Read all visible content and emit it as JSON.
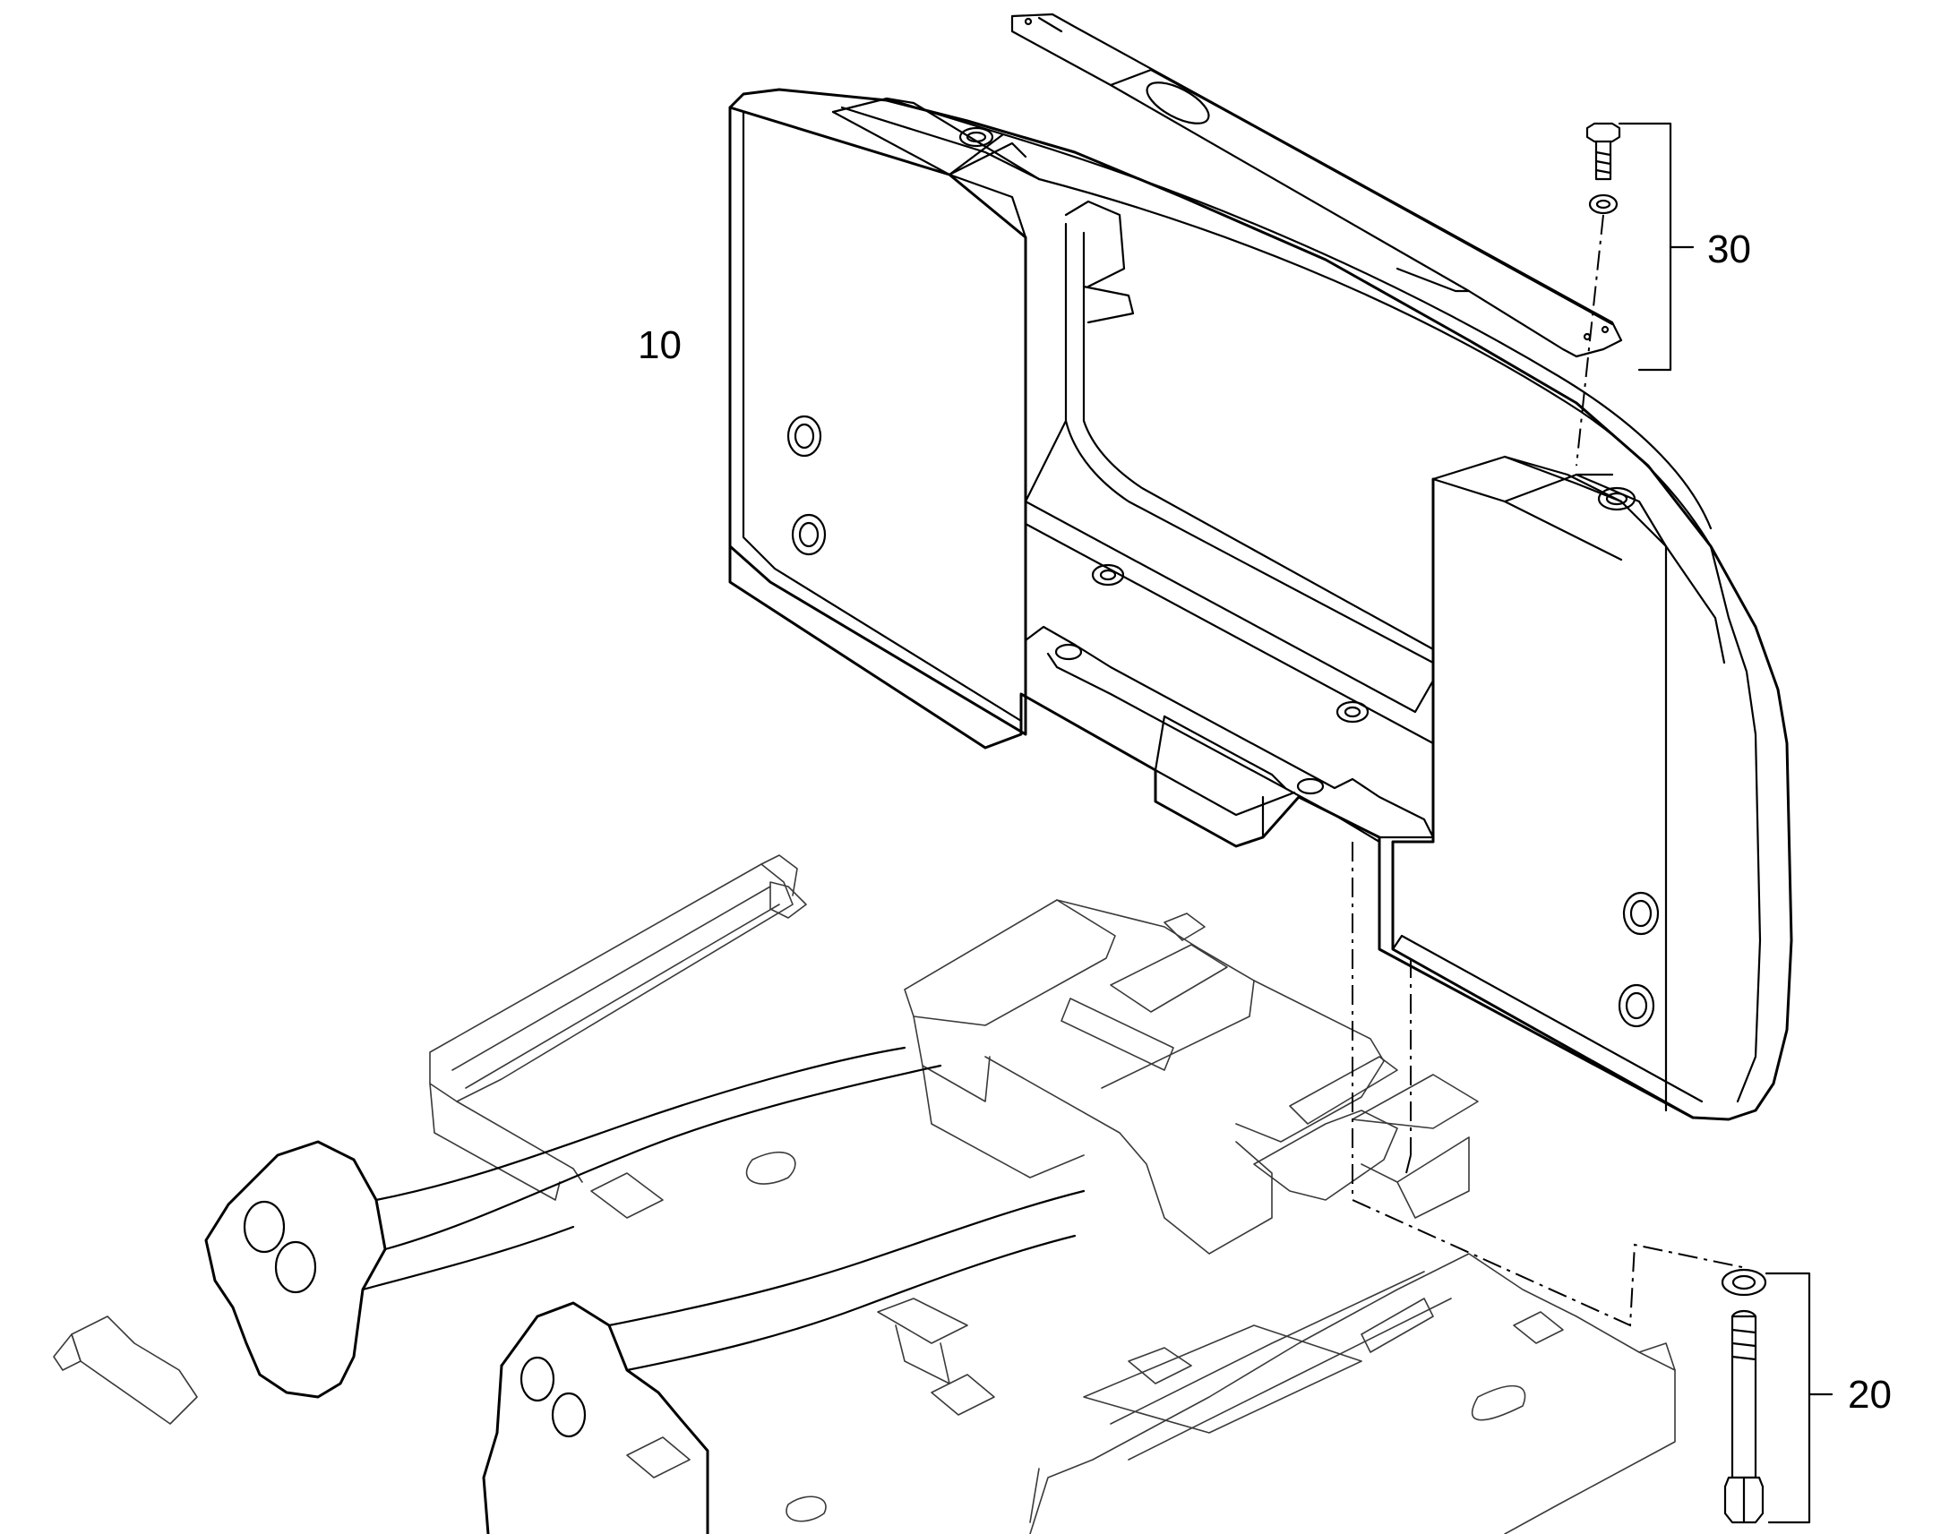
{
  "callouts": {
    "counterweight": "10",
    "bolt_set_bottom": "20",
    "bolt_set_top": "30"
  },
  "colors": {
    "line": "#000000",
    "background": "#ffffff"
  }
}
